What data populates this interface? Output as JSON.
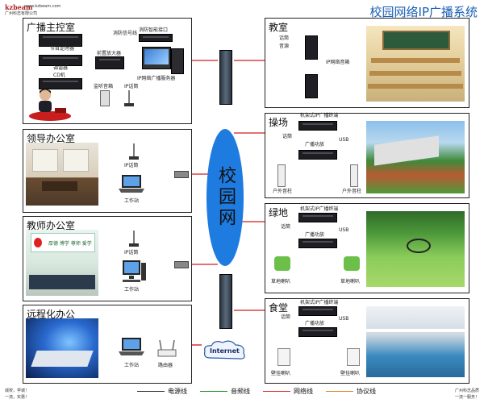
{
  "header": {
    "title": "校园网络IP广播系统",
    "url": "www.kzbeam.com",
    "brand": "kzbeam",
    "brand_cn": "广州科志有限公司"
  },
  "control_room": {
    "title": "广播主控室",
    "labels": {
      "timer": "节目定时器",
      "tuner": "调谐器",
      "cd": "CD机",
      "power_amp": "前置放大器",
      "ip_server": "IP网络广播服务器",
      "fire_signal": "消防信号线",
      "fire_interface": "消防智能接口",
      "monitor_speaker": "监听音箱",
      "ip_paging": "IP话筒"
    }
  },
  "leader_office": {
    "title": "领导办公室",
    "ip_mic": "IP话筒",
    "workstation": "工作站"
  },
  "teacher_office": {
    "title": "教师办公室",
    "ip_mic": "IP话筒",
    "workstation": "工作站",
    "banner": "厚德 博学 尊师 爱学"
  },
  "remote_office": {
    "title": "远程化办公",
    "workstation": "工作站",
    "router": "路由器"
  },
  "center": {
    "network_label": "校园网",
    "internet": "Internet"
  },
  "classroom": {
    "title": "教室",
    "mic": "话筒",
    "audio": "音源",
    "speaker": "IP网络音箱"
  },
  "playground": {
    "title": "操场",
    "terminal": "机架式IP广播终端",
    "mic": "话筒",
    "amp": "广播功放",
    "usb": "USB",
    "speaker_l": "户外音柱",
    "speaker_r": "户外音柱"
  },
  "lawn": {
    "title": "绿地",
    "terminal": "机架式IP广播终端",
    "mic": "话筒",
    "amp": "广播功放",
    "usb": "USB",
    "speaker_l": "草地喇叭",
    "speaker_r": "草地喇叭"
  },
  "canteen": {
    "title": "食堂",
    "terminal": "机架式IP广播终端",
    "mic": "话筒",
    "amp": "广播功放",
    "usb": "USB",
    "speaker_l": "壁挂喇叭",
    "speaker_r": "壁挂喇叭"
  },
  "legend": [
    {
      "label": "电源线",
      "color": "#222222"
    },
    {
      "label": "音频线",
      "color": "#1a8a1a"
    },
    {
      "label": "网络线",
      "color": "#d21f1f"
    },
    {
      "label": "协议线",
      "color": "#e07a1a"
    }
  ],
  "footer": {
    "left_line1": "城校，学城！",
    "left_line2": "一流，实惠！",
    "right_line1": "广州科志品质",
    "right_line2": "一流一服务！"
  },
  "colors": {
    "network": "#d21f1f",
    "audio": "#1a8a1a",
    "power": "#222222",
    "protocol": "#e07a1a",
    "cloud": "#1e7be0"
  }
}
